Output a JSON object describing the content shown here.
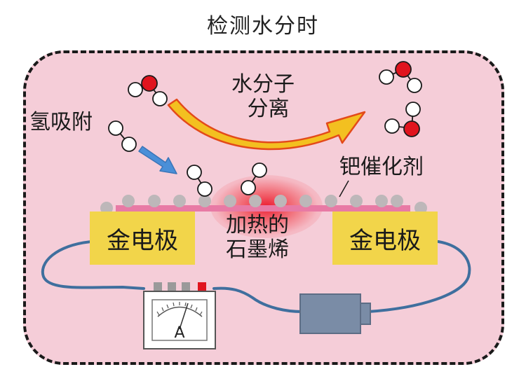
{
  "title": "检测水分时",
  "labels": {
    "water_split": [
      "水分子",
      "分离"
    ],
    "hydrogen_adsorption": "氢吸附",
    "catalyst": "钯催化剂",
    "graphene": [
      "加热的",
      "石墨烯"
    ]
  },
  "electrodes": {
    "left": "金电极",
    "right": "金电极"
  },
  "meter": {
    "unit": "A"
  },
  "colors": {
    "background_panel": "#f5cdd8",
    "electrode": "#f2d54a",
    "graphene": "#e87aa5",
    "oxygen": "#e0141e",
    "catalyst_dot": "#bdb7b9",
    "wire": "#3f6f9e",
    "arrow_fill": "#f3c020",
    "arrow_outline": "#e34a1a",
    "blue_arrow": "#4a8fd8",
    "device": "#7a8ca6"
  },
  "icons": {
    "water_molecule": "water-molecule-icon",
    "hydrogen_molecule": "hydrogen-molecule-icon",
    "ammeter": "ammeter-icon",
    "sensor_device": "sensor-device-icon"
  }
}
